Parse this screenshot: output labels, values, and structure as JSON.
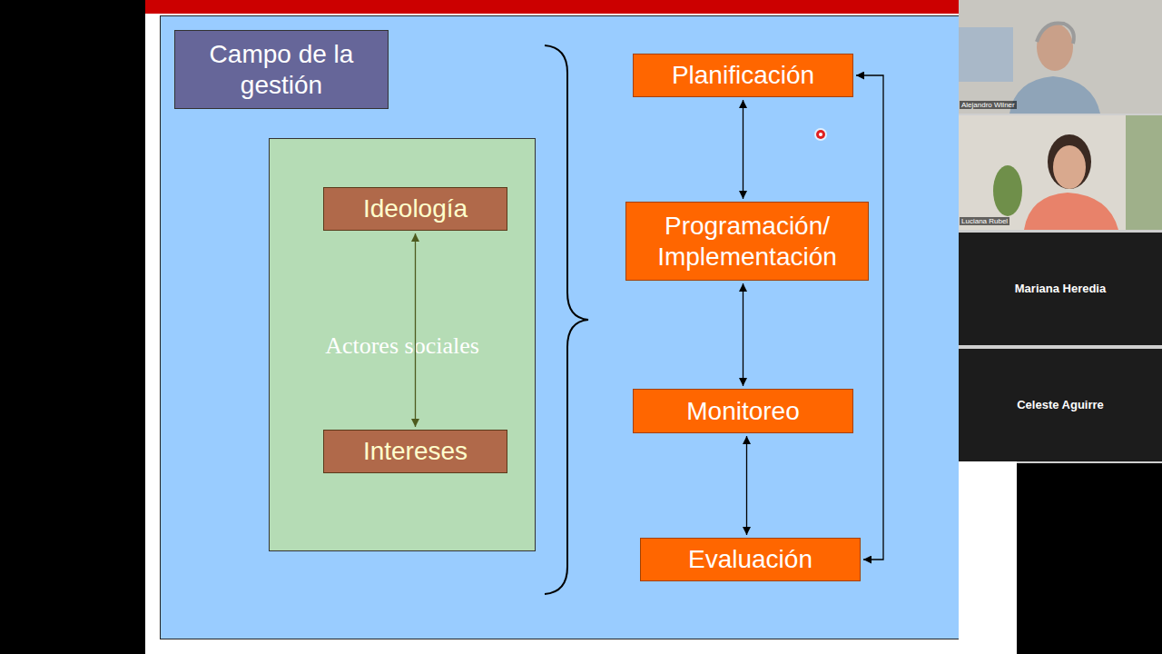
{
  "diagram": {
    "nodes": [
      {
        "text": [
          "Campo de la gestión"
        ]
      },
      {
        "text": [
          "Actores sociales"
        ]
      },
      {
        "text": [
          "Ideología"
        ],
        "in": 1
      },
      {
        "text": [
          "Intereses"
        ],
        "in": 1
      },
      {
        "text": [
          "Planificación"
        ]
      },
      {
        "text": [
          "Programación/ Implementación"
        ]
      },
      {
        "text": [
          "Monitoreo"
        ]
      },
      {
        "text": [
          "Evaluación"
        ]
      }
    ],
    "edges": [
      {
        "from": 2,
        "to": 3,
        "arrow": "both"
      },
      {
        "from": 4,
        "to": 5,
        "arrow": "both"
      },
      {
        "from": 5,
        "to": 6,
        "arrow": "both"
      },
      {
        "from": 6,
        "to": 7,
        "arrow": "both"
      },
      {
        "from": 4,
        "to": 7,
        "arrow": "both"
      }
    ],
    "labels": [
      "Alejandro Wilner",
      "Luciana Rubel",
      "Mariana Heredia",
      "Celeste Aguirre"
    ]
  }
}
